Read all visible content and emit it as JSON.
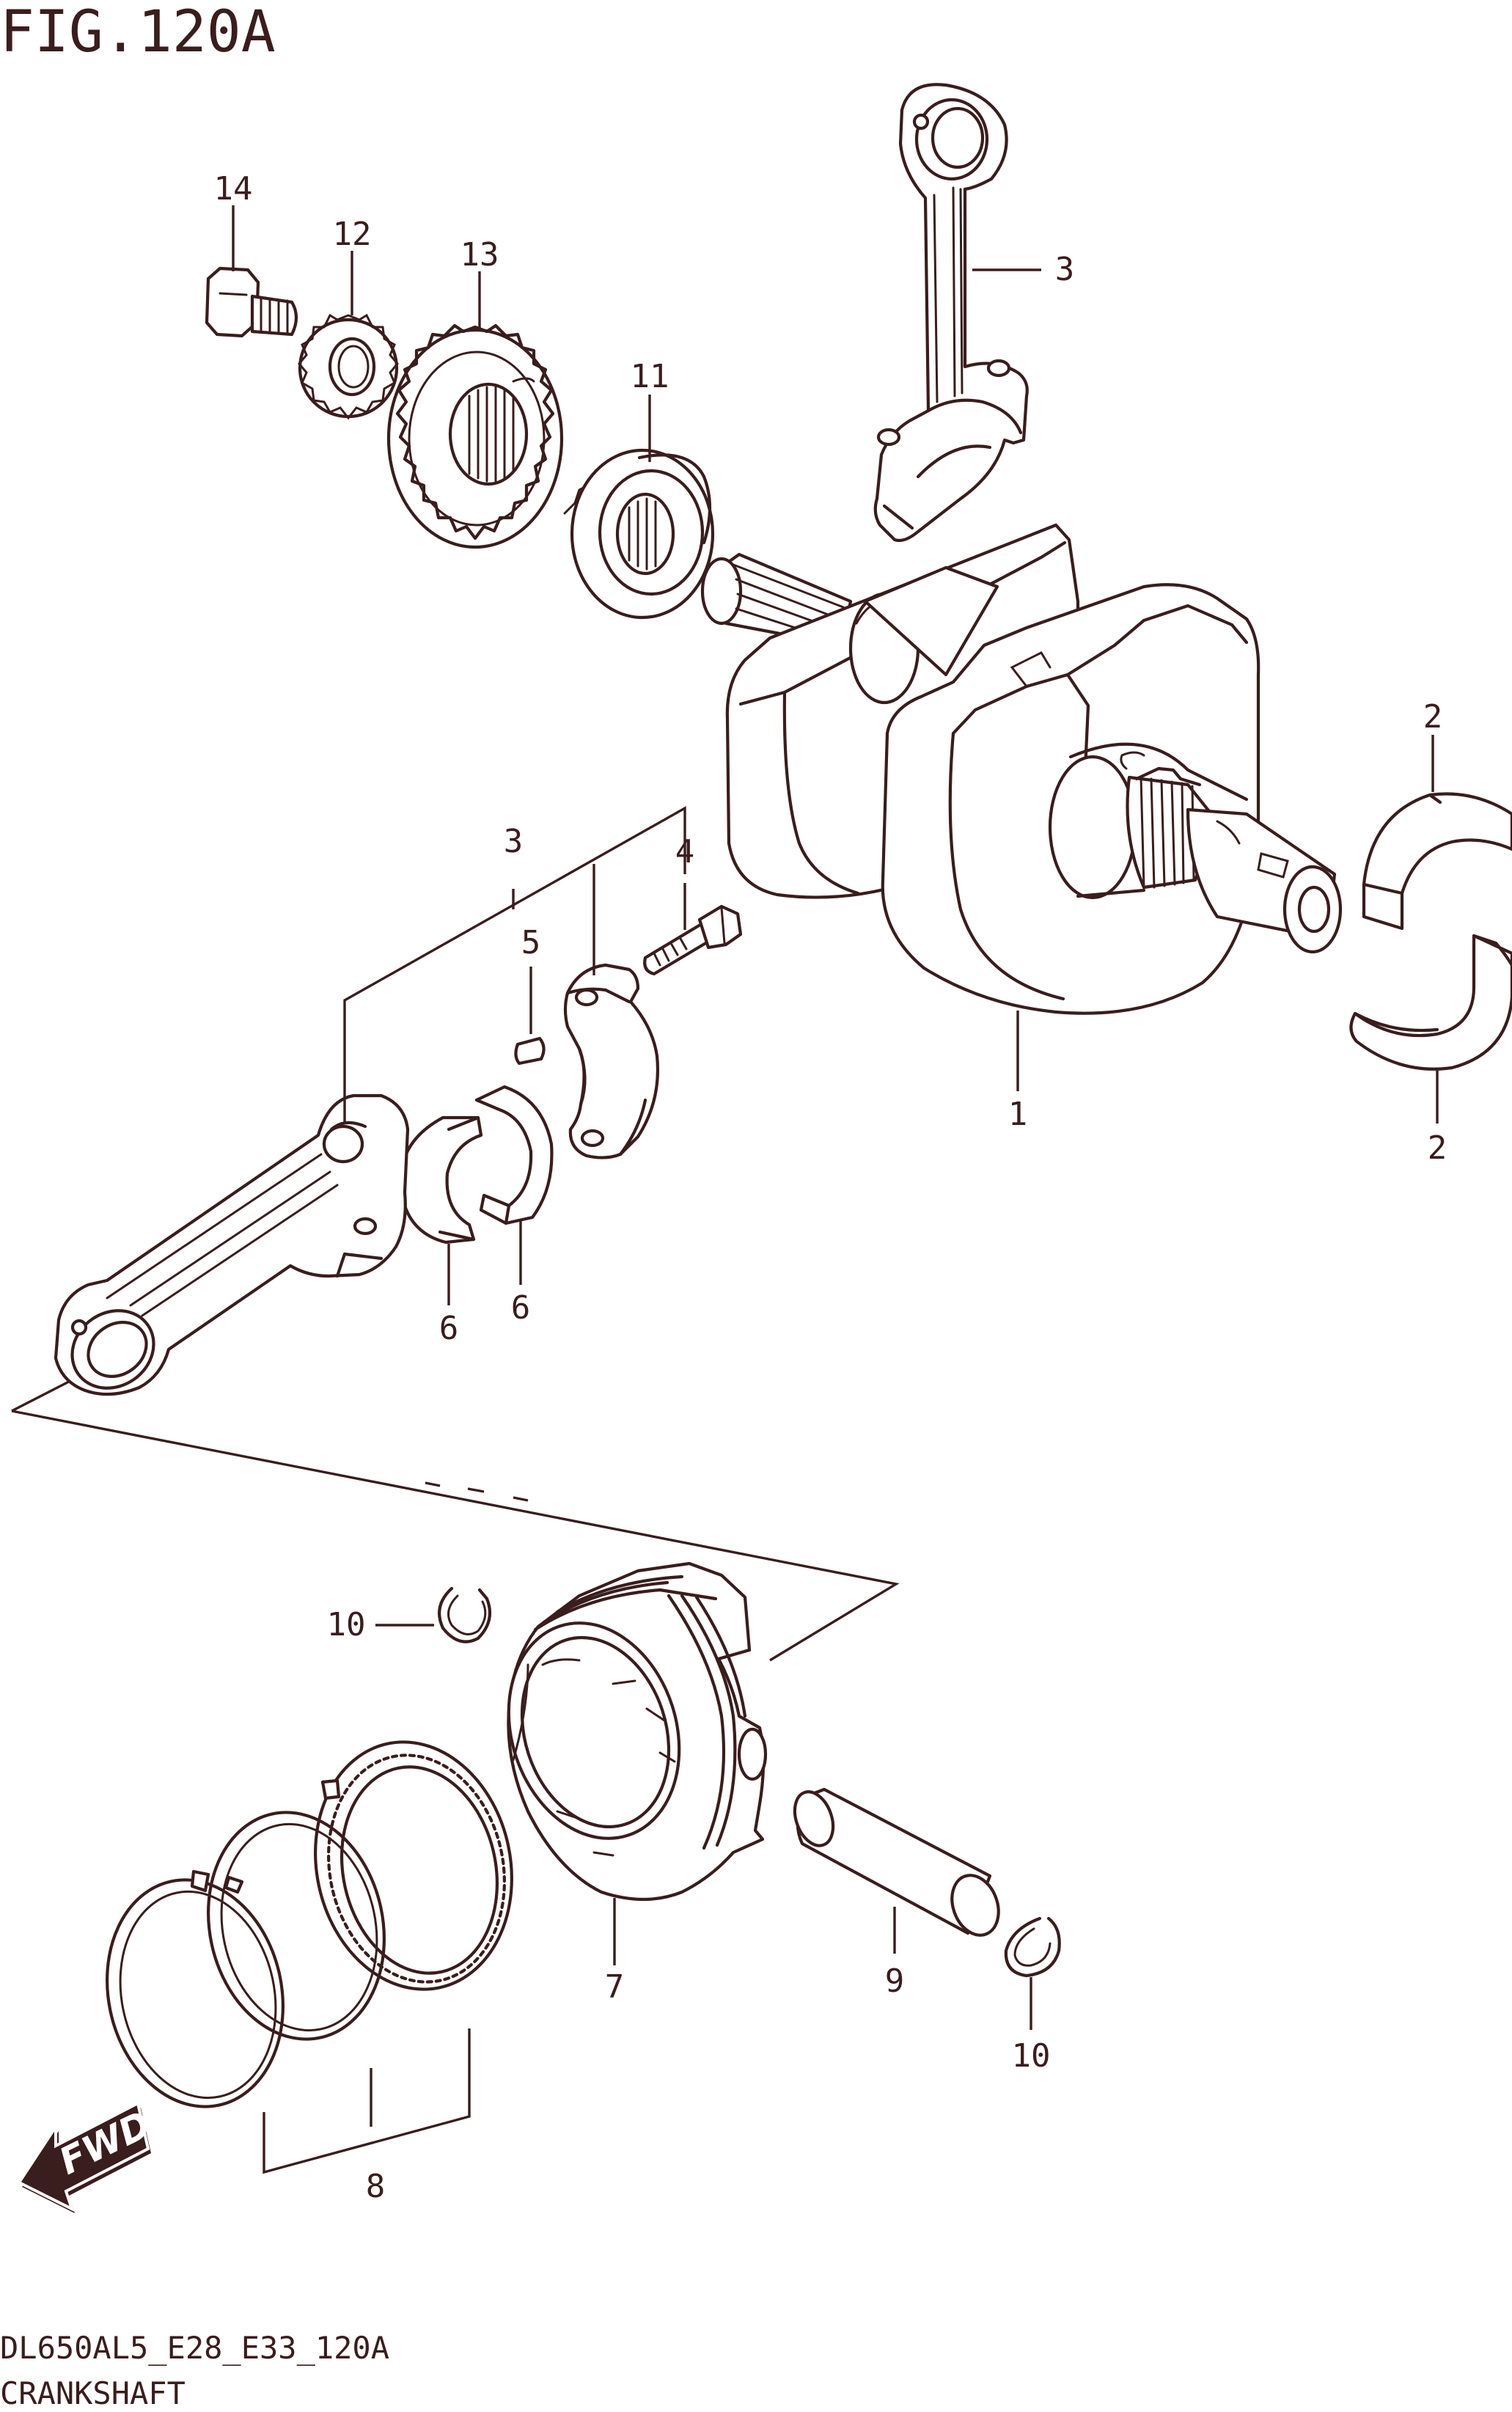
{
  "figure": {
    "title": "FIG.120A"
  },
  "footer": {
    "code": "DL650AL5_E28_E33_120A",
    "name": "CRANKSHAFT"
  },
  "direction_arrow": {
    "label": "FWD",
    "icon": "fwd-arrow-icon"
  },
  "callouts": {
    "c1": "1",
    "c2a": "2",
    "c2b": "2",
    "c3a": "3",
    "c3b": "3",
    "c4": "4",
    "c5": "5",
    "c6a": "6",
    "c6b": "6",
    "c7": "7",
    "c8": "8",
    "c9": "9",
    "c10a": "10",
    "c10b": "10",
    "c11": "11",
    "c12": "12",
    "c13": "13",
    "c14": "14"
  },
  "colors": {
    "ink": "#3a1d1d",
    "paper": "#ffffff"
  }
}
